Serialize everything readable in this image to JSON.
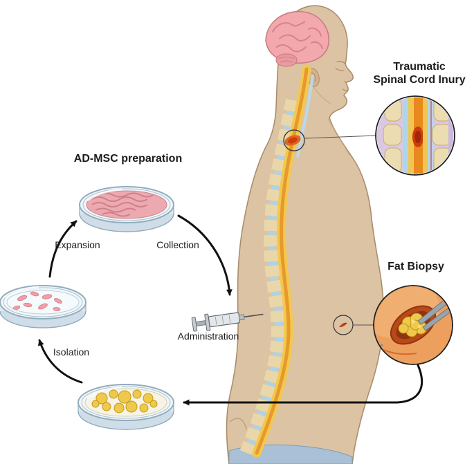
{
  "figure": {
    "kind": "medical process diagram",
    "injury_label": {
      "line1": "Traumatic",
      "line2": "Spinal Cord Inury"
    },
    "prep_title": "AD-MSC preparation",
    "fat_biopsy_label": "Fat Biopsy",
    "steps": {
      "expansion": "Expansion",
      "collection": "Collection",
      "isolation": "Isolation",
      "administration": "Administration"
    }
  },
  "colors": {
    "skin": "#dcc3a4",
    "outline": "#a98e6d",
    "brain": "#f2a8ac",
    "spinal_cord": "#f2c84e",
    "cord_core": "#e8992b",
    "vertebra_bone": "#ead7a9",
    "vertebra_disc": "#aed3e8",
    "injury": "#cc3c0c",
    "fat_tissue": "#eec94c",
    "cultured_cells": "#ecaab0",
    "clothing": "#a9c0d6",
    "arrow": "#111111"
  }
}
